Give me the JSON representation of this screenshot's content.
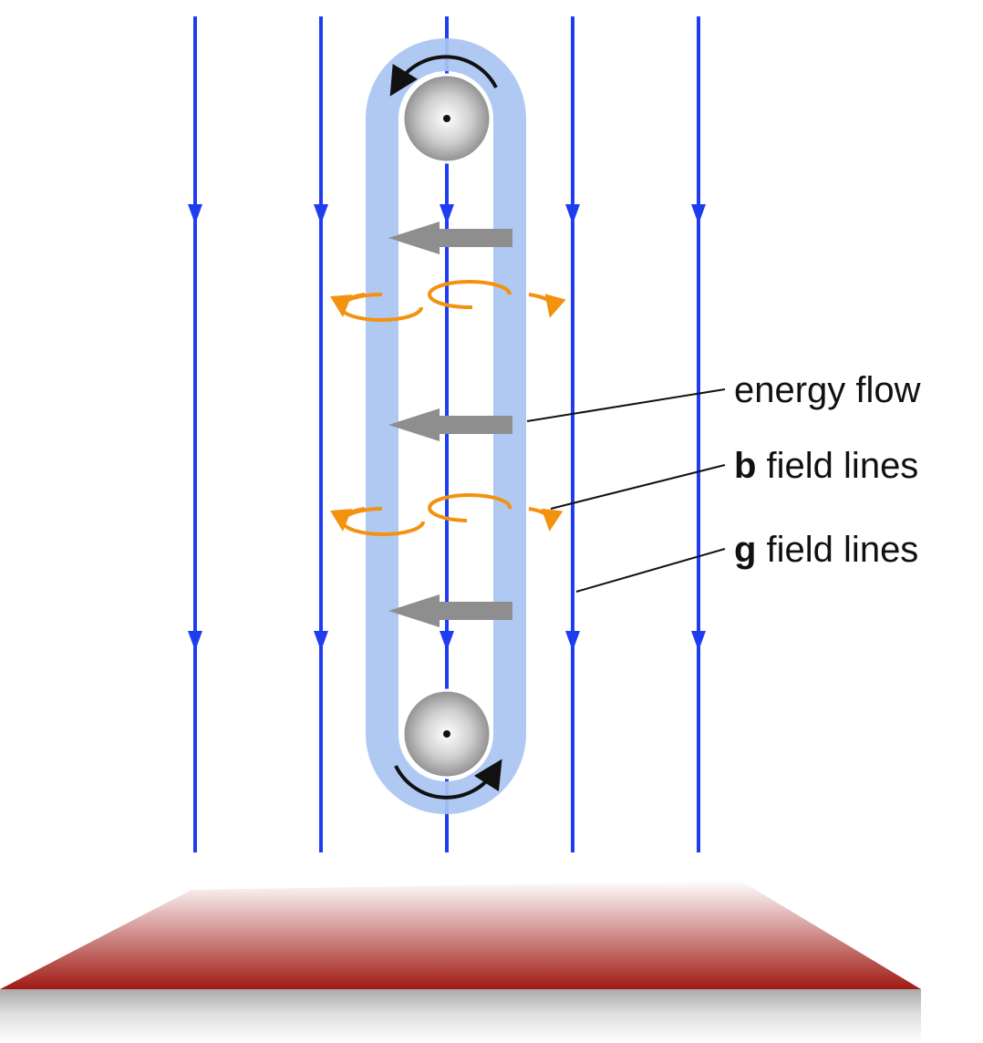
{
  "labels": {
    "energy_flow": "energy flow",
    "b_field": {
      "symbol": "b",
      "text": " field lines"
    },
    "g_field": {
      "symbol": "g",
      "text": " field lines"
    }
  },
  "colors": {
    "g_field_line": "#1f3df0",
    "belt": "#a8c4f2",
    "energy_arrow": "#8e8e8e",
    "b_field_loop": "#f2920f",
    "pulley": "#a9a9a9",
    "rotation_arrow": "#111111",
    "ground_top": "#a01a14",
    "ground_front": "#d6d6d6",
    "leader_line": "#111111"
  },
  "icons": [
    "down-arrow-icon",
    "left-arrow-icon",
    "rotation-arrow-icon",
    "circulation-loop-icon",
    "pulley-icon"
  ]
}
